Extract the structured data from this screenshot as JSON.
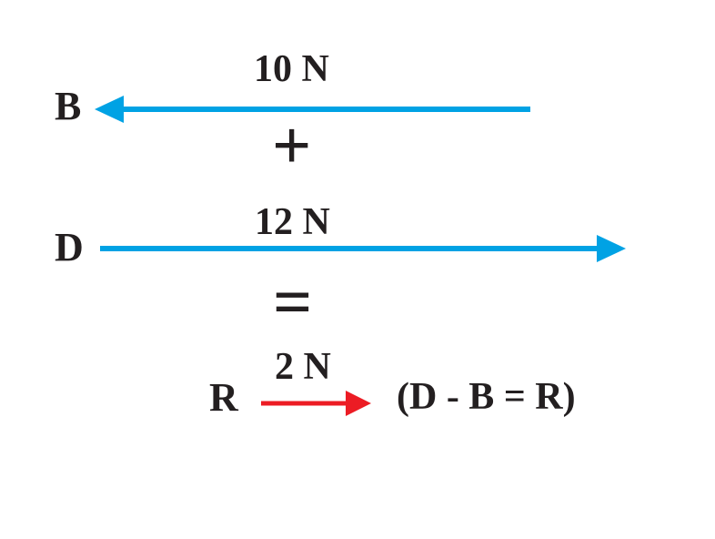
{
  "figure": {
    "description": "Vector addition of two opposite collinear forces",
    "rows": {
      "vector_b": {
        "label": "B",
        "magnitude": "10 N",
        "direction": "left",
        "color": "#00a2e4"
      },
      "plus_operator": "+",
      "vector_d": {
        "label": "D",
        "magnitude": "12 N",
        "direction": "right",
        "color": "#00a2e4"
      },
      "equals_operator": "=",
      "vector_r": {
        "label": "R",
        "magnitude": "2 N",
        "direction": "right",
        "color": "#ec1c24"
      },
      "equation": "(D - B = R)"
    }
  },
  "colors": {
    "blue": "#00a2e4",
    "red": "#ec1c24",
    "text": "#231f20",
    "background": "#ffffff"
  }
}
